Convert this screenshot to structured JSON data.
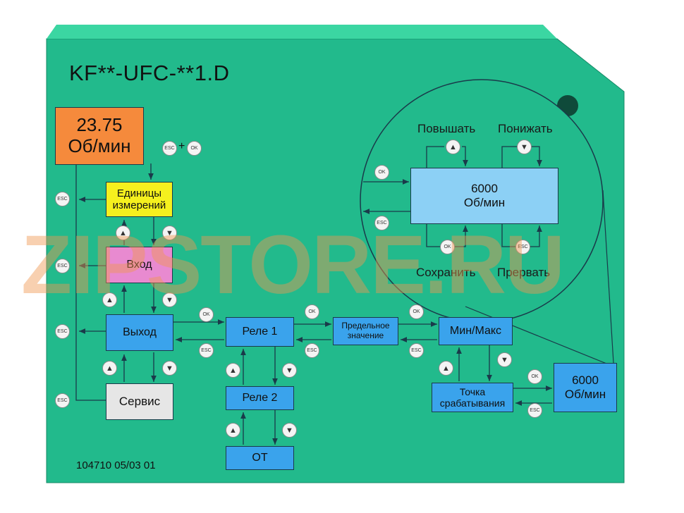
{
  "title": "KF**-UFC-**1.D",
  "code": "104710  05/03  01",
  "watermark": "ZIPSTORE.RU",
  "colors": {
    "board": "#22ba8c",
    "display": "#f58a3c",
    "units": "#f5f01e",
    "input": "#e88ad0",
    "service": "#e6e6e6",
    "blue": "#3aa3ec"
  },
  "boxes": {
    "display_value": "23.75",
    "display_unit": "Об/мин",
    "units_1": "Единицы",
    "units_2": "измерений",
    "input": "Вход",
    "output": "Выход",
    "service": "Сервис",
    "relay1": "Реле 1",
    "relay2": "Реле 2",
    "ot": "ОТ",
    "limit_1": "Предельное",
    "limit_2": "значение",
    "minmax": "Мин/Макс",
    "trip_1": "Точка",
    "trip_2": "срабатывания",
    "value_a": "6000",
    "value_b": "Об/мин",
    "zoom_value": "6000",
    "zoom_unit": "Об/мин"
  },
  "labels": {
    "increase": "Повышать",
    "decrease": "Понижать",
    "save": "Сохранить",
    "abort": "Прервать"
  },
  "keys": {
    "esc": "ESC",
    "ok": "OK",
    "plus": "+",
    "up": "▲",
    "down": "▼"
  }
}
